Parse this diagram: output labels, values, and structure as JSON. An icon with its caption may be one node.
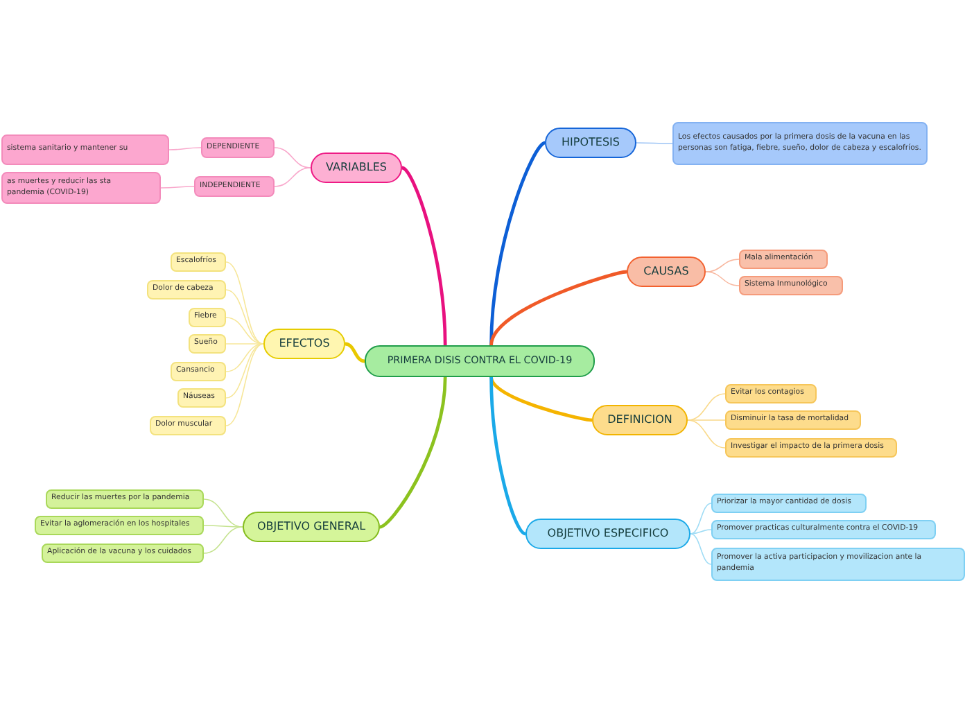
{
  "diagram": {
    "nodes": [
      {
        "text": [
          "PRIMERA DISIS CONTRA EL COVID-19"
        ]
      },
      {
        "text": [
          "VARIABLES"
        ]
      },
      {
        "text": [
          "DEPENDIENTE"
        ]
      },
      {
        "text": [
          "INDEPENDIENTE"
        ]
      },
      {
        "text": [
          "sistema sanitario y mantener su"
        ]
      },
      {
        "text": [
          "as muertes y reducir las sta pandemia (COVID-19)"
        ]
      },
      {
        "text": [
          "HIPOTESIS"
        ]
      },
      {
        "text": [
          "Los efectos  causados por la primera dosis de la vacuna en las personas son fatiga, fiebre, sueño, dolor de cabeza y escalofríos."
        ]
      },
      {
        "text": [
          "CAUSAS"
        ]
      },
      {
        "text": [
          "Mala alimentación"
        ]
      },
      {
        "text": [
          "Sistema Inmunológico"
        ]
      },
      {
        "text": [
          "EFECTOS"
        ]
      },
      {
        "text": [
          "Escalofríos"
        ]
      },
      {
        "text": [
          "Dolor de cabeza"
        ]
      },
      {
        "text": [
          "Fiebre"
        ]
      },
      {
        "text": [
          "Sueño"
        ]
      },
      {
        "text": [
          "Cansancio"
        ]
      },
      {
        "text": [
          "Náuseas"
        ]
      },
      {
        "text": [
          "Dolor muscular"
        ]
      },
      {
        "text": [
          "DEFINICION"
        ]
      },
      {
        "text": [
          "Evitar los contagios"
        ]
      },
      {
        "text": [
          "Disminuir la tasa de mortalidad"
        ]
      },
      {
        "text": [
          "Investigar el impacto de la primera dosis"
        ]
      },
      {
        "text": [
          "OBJETIVO GENERAL"
        ]
      },
      {
        "text": [
          "Reducir las muertes por la pandemia"
        ]
      },
      {
        "text": [
          "Evitar la aglomeración en los hospitales"
        ]
      },
      {
        "text": [
          "Aplicación de la vacuna y los cuidados"
        ]
      },
      {
        "text": [
          "OBJETIVO ESPECIFICO"
        ]
      },
      {
        "text": [
          "Priorizar la mayor cantidad de dosis"
        ]
      },
      {
        "text": [
          "Promover practicas culturalmente contra el COVID-19"
        ]
      },
      {
        "text": [
          "Promover la activa participacion y movilizacion ante la pandemia"
        ]
      }
    ],
    "edges": [
      {
        "from": 0,
        "to": 1,
        "arrow": "none",
        "style": "thick",
        "color": "#e8117f"
      },
      {
        "from": 1,
        "to": 2,
        "arrow": "none",
        "color": "#f9a8cc"
      },
      {
        "from": 1,
        "to": 3,
        "arrow": "none",
        "color": "#f9a8cc"
      },
      {
        "from": 2,
        "to": 4,
        "arrow": "none",
        "color": "#f9a8cc"
      },
      {
        "from": 3,
        "to": 5,
        "arrow": "none",
        "color": "#f9a8cc"
      },
      {
        "from": 0,
        "to": 6,
        "arrow": "none",
        "style": "thick",
        "color": "#0d5fd6"
      },
      {
        "from": 6,
        "to": 7,
        "arrow": "none",
        "color": "#9dc4f5"
      },
      {
        "from": 0,
        "to": 8,
        "arrow": "none",
        "style": "thick",
        "color": "#f05a28"
      },
      {
        "from": 8,
        "to": 9,
        "arrow": "none",
        "color": "#f8b8a0"
      },
      {
        "from": 8,
        "to": 10,
        "arrow": "none",
        "color": "#f8b8a0"
      },
      {
        "from": 0,
        "to": 11,
        "arrow": "none",
        "style": "thick",
        "color": "#e8c800"
      },
      {
        "from": 11,
        "to": 12,
        "arrow": "none",
        "color": "#f7e79a"
      },
      {
        "from": 11,
        "to": 13,
        "arrow": "none",
        "color": "#f7e79a"
      },
      {
        "from": 11,
        "to": 14,
        "arrow": "none",
        "color": "#f7e79a"
      },
      {
        "from": 11,
        "to": 15,
        "arrow": "none",
        "color": "#f7e79a"
      },
      {
        "from": 11,
        "to": 16,
        "arrow": "none",
        "color": "#f7e79a"
      },
      {
        "from": 11,
        "to": 17,
        "arrow": "none",
        "color": "#f7e79a"
      },
      {
        "from": 11,
        "to": 18,
        "arrow": "none",
        "color": "#f7e79a"
      },
      {
        "from": 0,
        "to": 19,
        "arrow": "none",
        "style": "thick",
        "color": "#f5b400"
      },
      {
        "from": 19,
        "to": 20,
        "arrow": "none",
        "color": "#f9d98a"
      },
      {
        "from": 19,
        "to": 21,
        "arrow": "none",
        "color": "#f9d98a"
      },
      {
        "from": 19,
        "to": 22,
        "arrow": "none",
        "color": "#f9d98a"
      },
      {
        "from": 0,
        "to": 23,
        "arrow": "none",
        "style": "thick",
        "color": "#8cc21f"
      },
      {
        "from": 23,
        "to": 24,
        "arrow": "none",
        "color": "#c5e38f"
      },
      {
        "from": 23,
        "to": 25,
        "arrow": "none",
        "color": "#c5e38f"
      },
      {
        "from": 23,
        "to": 26,
        "arrow": "none",
        "color": "#c5e38f"
      },
      {
        "from": 0,
        "to": 27,
        "arrow": "none",
        "style": "thick",
        "color": "#1aa9e8"
      },
      {
        "from": 27,
        "to": 28,
        "arrow": "none",
        "color": "#9fdcf5"
      },
      {
        "from": 27,
        "to": 29,
        "arrow": "none",
        "color": "#9fdcf5"
      },
      {
        "from": 27,
        "to": 30,
        "arrow": "none",
        "color": "#9fdcf5"
      }
    ]
  }
}
